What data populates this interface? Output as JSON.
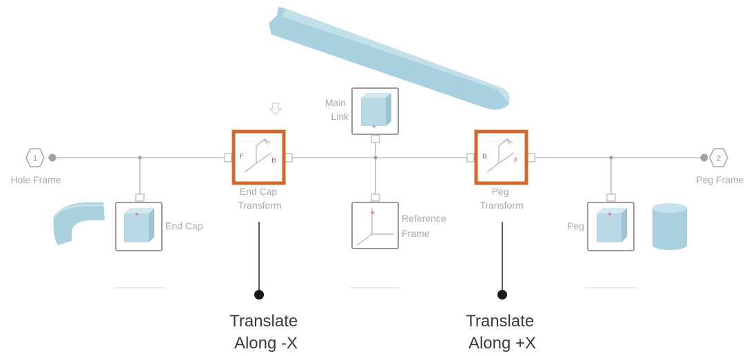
{
  "ports": {
    "in_number": "1",
    "in_label": "Hole Frame",
    "out_number": "2",
    "out_label": "Peg Frame"
  },
  "blocks": {
    "end_cap_transform": "End Cap\nTransform",
    "peg_transform": "Peg\nTransform",
    "main_link": "Main\nLink",
    "reference_frame": "Reference\nFrame",
    "end_cap": "End Cap",
    "peg": "Peg"
  },
  "transform_ports": {
    "end_cap_left": "F",
    "end_cap_right": "B",
    "peg_left": "B",
    "peg_right": "F"
  },
  "callouts": {
    "left": "Translate\nAlong -X",
    "right": "Translate\nAlong +X"
  },
  "colors": {
    "highlight": "#d2692b",
    "geometry": "#a9d0de",
    "signal": "#bdbdbd"
  }
}
